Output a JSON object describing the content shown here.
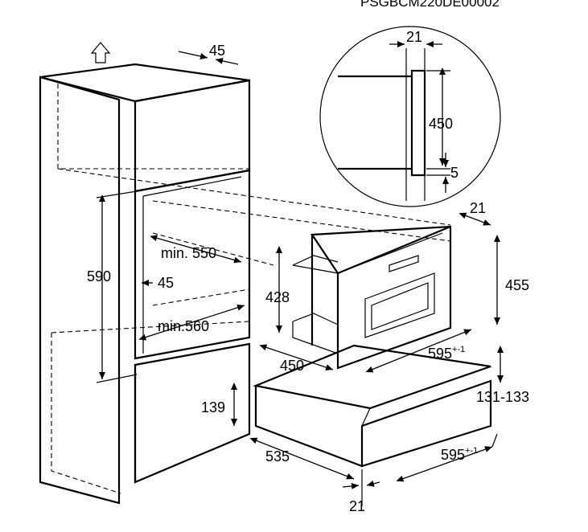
{
  "document": {
    "code": "PSGBCM220DE00002"
  },
  "dimensions": {
    "detail_gap": "21",
    "detail_height": "450",
    "detail_bottom": "5",
    "cabinet_top_depth": "45",
    "cabinet_opening_height": "590",
    "cabinet_min_depth": "min. 550",
    "cabinet_side": "45",
    "cabinet_min_width": "min.560",
    "appliance_depth_offset": "21",
    "appliance_height_front": "455",
    "appliance_height_body": "428",
    "appliance_width_top": "595",
    "appliance_width_top_tol": "+-1",
    "appliance_depth": "450",
    "drawer_height": "139",
    "drawer_height_range": "131-133",
    "drawer_width": "595",
    "drawer_width_tol": "+-1",
    "drawer_depth": "535",
    "drawer_front_offset": "21"
  },
  "icons": {
    "top_arrow": "up-arrow-outline-icon"
  }
}
